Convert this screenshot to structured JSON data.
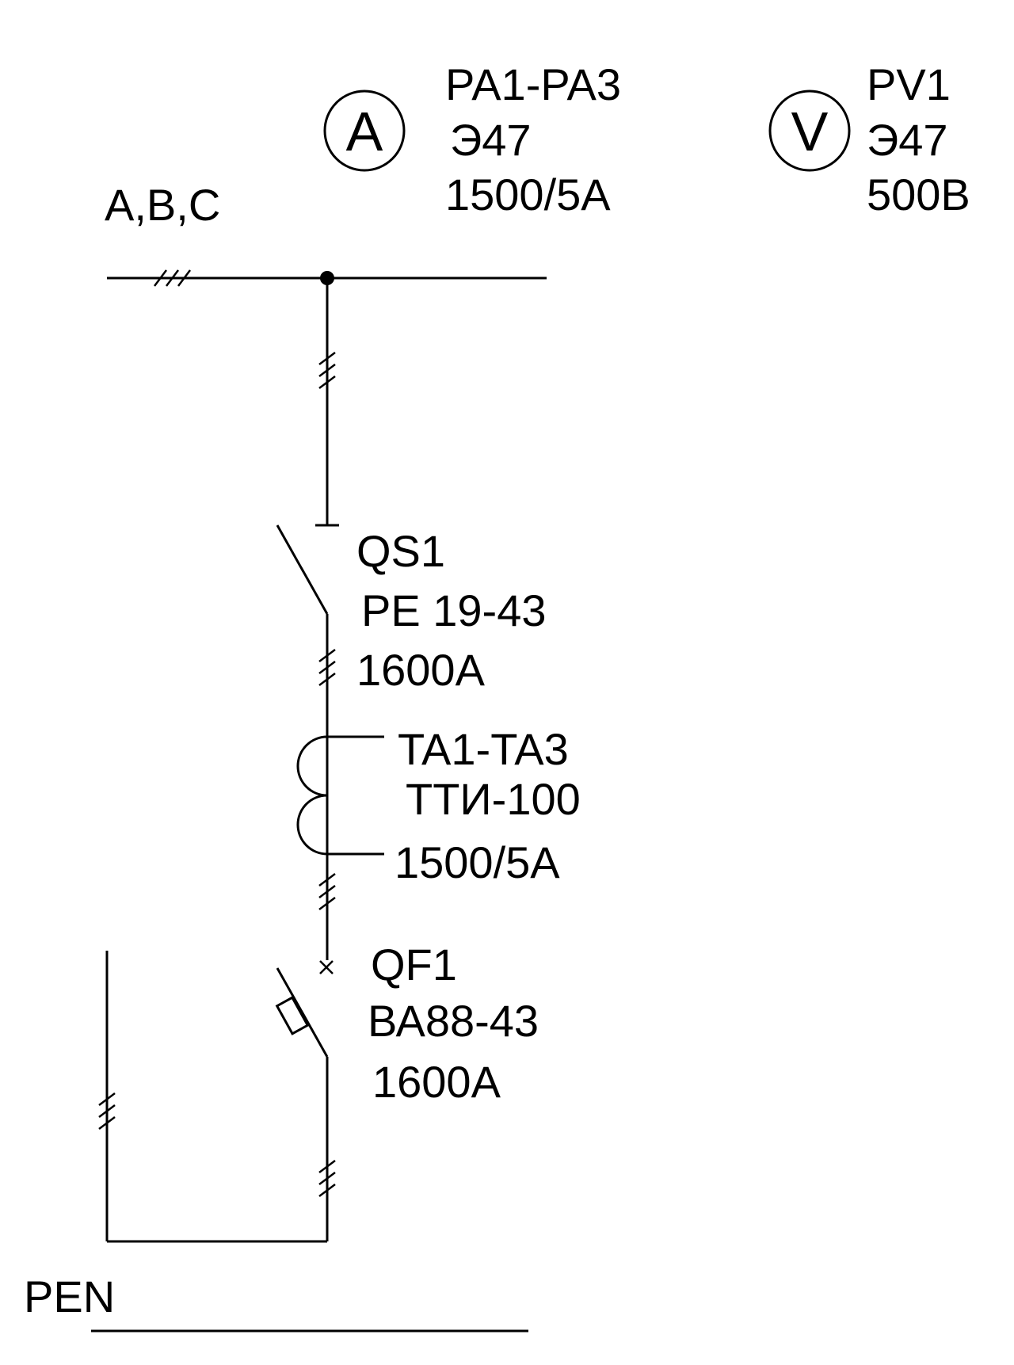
{
  "ammeter": {
    "symbol": "A",
    "designation": "PA1-PA3",
    "type": "Э47",
    "rating": "1500/5A"
  },
  "voltmeter": {
    "symbol": "V",
    "designation": "PV1",
    "type": "Э47",
    "rating": "500В"
  },
  "busbar": {
    "label": "A,B,C"
  },
  "disconnector": {
    "designation": "QS1",
    "type": "РЕ 19-43",
    "rating": "1600A"
  },
  "current_transformer": {
    "designation": "TA1-TA3",
    "type": "ТТИ-100",
    "rating": "1500/5A"
  },
  "breaker": {
    "designation": "QF1",
    "type": "ВА88-43",
    "rating": "1600A"
  },
  "pen_bus": {
    "label": "PEN"
  },
  "colors": {
    "line": "#000000",
    "background": "#ffffff"
  }
}
